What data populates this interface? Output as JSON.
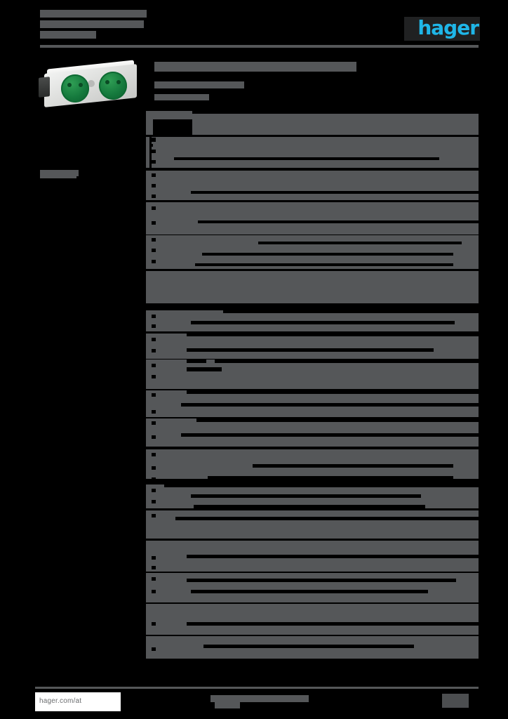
{
  "document": {
    "kind": "product-datasheet",
    "brand": "hager",
    "brand_color": "#1fb6e8",
    "redaction_color": "#555759",
    "page_background": "#000000"
  },
  "header": {
    "title_lines": [
      "",
      "",
      ""
    ],
    "logo_text": "hager"
  },
  "left_column": {
    "product_image_alt": "",
    "caption": ""
  },
  "main": {
    "title_lines": [
      ""
    ],
    "subtitle_lines": [
      ""
    ],
    "caption_lines": [
      ""
    ]
  },
  "spec_table": {
    "sections": [
      {
        "label": "",
        "rows": [
          {
            "label": "",
            "value": ""
          },
          {
            "label": "",
            "value": ""
          },
          {
            "label": "",
            "value": ""
          },
          {
            "label": "",
            "value": ""
          },
          {
            "label": "",
            "value": ""
          },
          {
            "label": "",
            "value": ""
          },
          {
            "label": "",
            "value": ""
          },
          {
            "label": "",
            "value": ""
          },
          {
            "label": "",
            "value": ""
          },
          {
            "label": "",
            "value": ""
          }
        ]
      },
      {
        "label": "",
        "rows": [
          {
            "label": "",
            "value": ""
          },
          {
            "label": "",
            "value": ""
          },
          {
            "label": "",
            "value": ""
          },
          {
            "label": "",
            "value": ""
          },
          {
            "label": "",
            "value": ""
          },
          {
            "label": "",
            "value": ""
          },
          {
            "label": "",
            "value": ""
          },
          {
            "label": "",
            "value": ""
          },
          {
            "label": "",
            "value": ""
          },
          {
            "label": "",
            "value": ""
          },
          {
            "label": "",
            "value": ""
          },
          {
            "label": "",
            "value": ""
          },
          {
            "label": "",
            "value": ""
          },
          {
            "label": "",
            "value": ""
          },
          {
            "label": "",
            "value": ""
          },
          {
            "label": "",
            "value": ""
          },
          {
            "label": "",
            "value": ""
          },
          {
            "label": "",
            "value": ""
          },
          {
            "label": "",
            "value": ""
          },
          {
            "label": "",
            "value": ""
          },
          {
            "label": "",
            "value": ""
          },
          {
            "label": "",
            "value": ""
          },
          {
            "label": "",
            "value": ""
          },
          {
            "label": "",
            "value": ""
          }
        ]
      }
    ]
  },
  "footer": {
    "site": "hager.com/at",
    "center_text": "",
    "page_number": ""
  }
}
